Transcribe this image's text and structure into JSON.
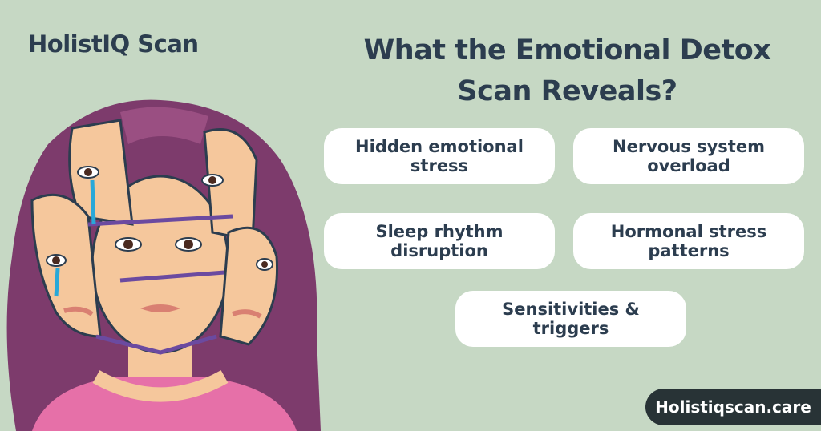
{
  "brand": "HolistIQ Scan",
  "title": "What the Emotional Detox Scan Reveals?",
  "cards": [
    "Hidden emotional stress",
    "Nervous system overload",
    "Sleep rhythm disruption",
    "Hormonal stress patterns",
    "Sensitivities & triggers"
  ],
  "website": "Holistiqscan.care",
  "colors": {
    "background": "#c6d8c4",
    "text": "#2c3d4f",
    "card": "#ffffff",
    "pill": "#283336",
    "hair": "#7d3b6c",
    "skin": "#f5c79c",
    "shirt": "#e670a8"
  }
}
